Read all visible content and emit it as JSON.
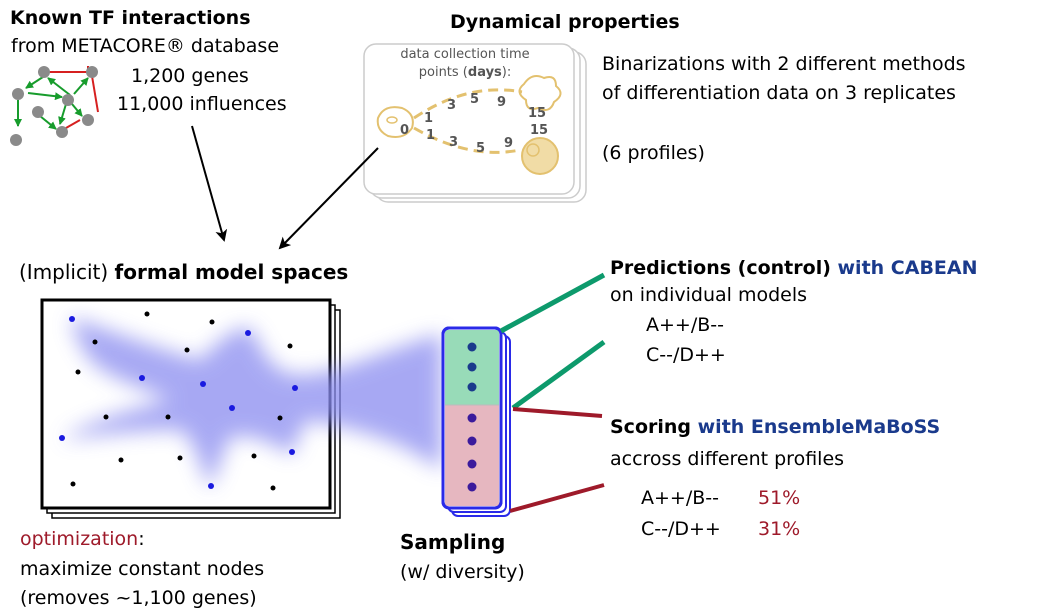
{
  "tf": {
    "title": "Known TF interactions",
    "source": "from METACORE® database",
    "genes": "1,200 genes",
    "influences": "11,000 influences"
  },
  "dyn": {
    "title": "Dynamical properties",
    "line1": "Binarizations with 2 different methods",
    "line2": "of differentiation data on 3 replicates",
    "profiles": "(6 profiles)",
    "card_line1": "data collection time",
    "card_line2a": "points (",
    "card_line2b": "days",
    "card_line2c": "):",
    "timepoints_top": [
      "1",
      "3",
      "5",
      "9",
      "15"
    ],
    "timepoints_bottom": [
      "1",
      "3",
      "5",
      "9",
      "15"
    ],
    "start": "0"
  },
  "space": {
    "implicit": "(Implicit) ",
    "title": "formal model spaces",
    "opt_word": "optimization",
    "opt_colon": ":",
    "opt_line2": "maximize constant nodes",
    "opt_line3": "(removes ~1,100 genes)"
  },
  "sampling": {
    "title": "Sampling",
    "sub": "(w/ diversity)"
  },
  "pred": {
    "title": "Predictions (control) ",
    "tool": "with CABEAN",
    "sub": "on individual models",
    "items": [
      "A++/B--",
      "C--/D++"
    ]
  },
  "score": {
    "title": "Scoring ",
    "tool": "with EnsembleMaBoSS",
    "sub": "accross different profiles",
    "items": [
      {
        "label": "A++/B--",
        "value": "51%"
      },
      {
        "label": "C--/D++",
        "value": "31%"
      }
    ]
  },
  "colors": {
    "green": "#0d9a6c",
    "darkred": "#9e1a2a",
    "blue": "#1a3a8c",
    "blob": "#8a8cf0",
    "gold": "#e3c16f"
  }
}
